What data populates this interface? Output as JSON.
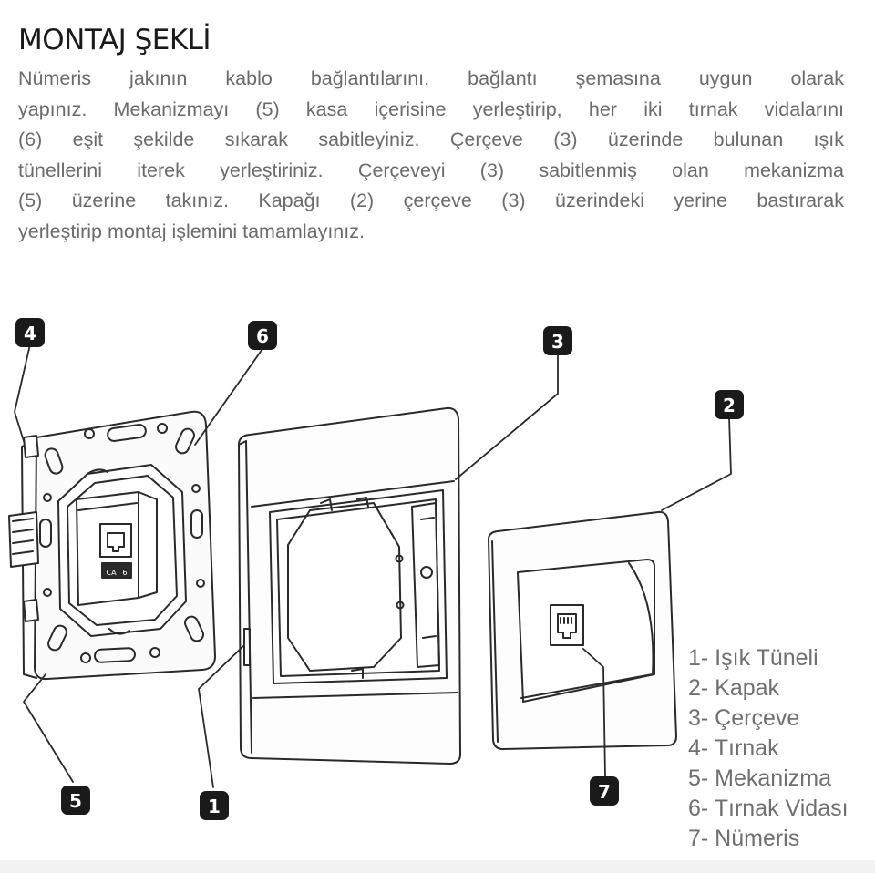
{
  "title": "MONTAJ ŞEKLİ",
  "paragraph_lines": [
    "Nümeris jakının kablo bağlantılarını, bağlantı şemasına uygun olarak",
    "yapınız. Mekanizmayı (5) kasa içerisine yerleştirip, her iki tırnak vidalarını",
    "(6) eşit şekilde sıkarak sabitleyiniz. Çerçeve (3) üzerinde bulunan ışık",
    "tünellerini iterek yerleştiriniz. Çerçeveyi (3) sabitlenmiş olan mekanizma",
    "(5) üzerine takınız. Kapağı (2) çerçeve (3) üzerindeki yerine bastırarak",
    "yerleştirip montaj işlemini tamamlayınız."
  ],
  "badges": {
    "b1": "1",
    "b2": "2",
    "b3": "3",
    "b4": "4",
    "b5": "5",
    "b6": "6",
    "b7": "7"
  },
  "mechanism_label": "CAT 6",
  "legend": [
    "1- Işık Tüneli",
    "2- Kapak",
    "3- Çerçeve",
    "4- Tırnak",
    "5- Mekanizma",
    "6- Tırnak Vidası",
    "7- Nümeris"
  ],
  "colors": {
    "badge": "#1a1a1a",
    "line": "#2a2a2a",
    "text": "#6b6b6b"
  }
}
